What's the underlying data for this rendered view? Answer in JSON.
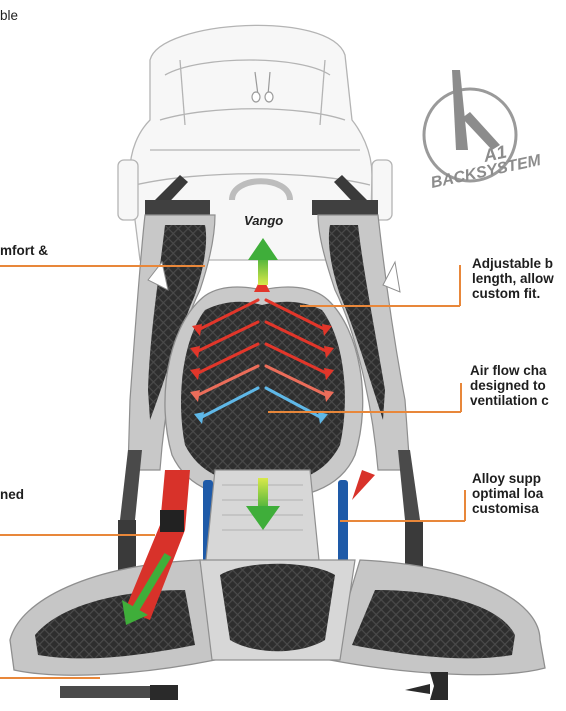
{
  "brand": {
    "logo_text": "Vango"
  },
  "badge": {
    "line1": "A1",
    "line2": "BACKSYSTEM"
  },
  "callouts": {
    "top_left_fragment": "ble",
    "left_comfort": "mfort &",
    "left_padded": "ned",
    "right_adjustable": "Adjustable b\nlength, allow\ncustom fit.",
    "right_airflow": "Air flow cha\ndesigned to\nventilation c",
    "right_alloy": "Alloy supp\noptimal loa\ncustomisa"
  },
  "colors": {
    "leader_line": "#e8873a",
    "mesh_dark": "#2e2e2e",
    "frame_grey": "#c8c8c8",
    "warm_arrow": "#e2362a",
    "cool_arrow": "#5fb8e8",
    "up_arrow": "#4caf3c",
    "strap_red": "#d8322a",
    "stay_blue": "#1e5aa8"
  }
}
